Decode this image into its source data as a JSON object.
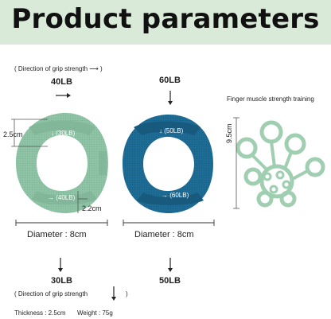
{
  "header": {
    "title": "Product parameters"
  },
  "top_note": "( Direction of grip strength  ⟶  )",
  "bottom_note": "( Direction of grip strength",
  "green_ring": {
    "top_label": "40LB",
    "bottom_label": "30LB",
    "inner_top": "↓ (30LB)",
    "inner_bottom": "→ (40LB)",
    "thickness_dim": "2.5cm",
    "width_dim": "2.2cm",
    "diameter": "Diameter : 8cm",
    "color": "#8fc3a5"
  },
  "blue_ring": {
    "top_label": "60LB",
    "bottom_label": "50LB",
    "inner_top": "↓ (50LB)",
    "inner_bottom": "→ (60LB)",
    "diameter": "Diameter : 8cm",
    "color": "#1d6c95"
  },
  "finger_trainer": {
    "title": "Finger muscle strength training",
    "height_dim": "9.5cm",
    "color": "#9fcfb0"
  },
  "specs": {
    "thickness": "Thickness : 2.5cm",
    "weight": "Weight : 75g"
  }
}
